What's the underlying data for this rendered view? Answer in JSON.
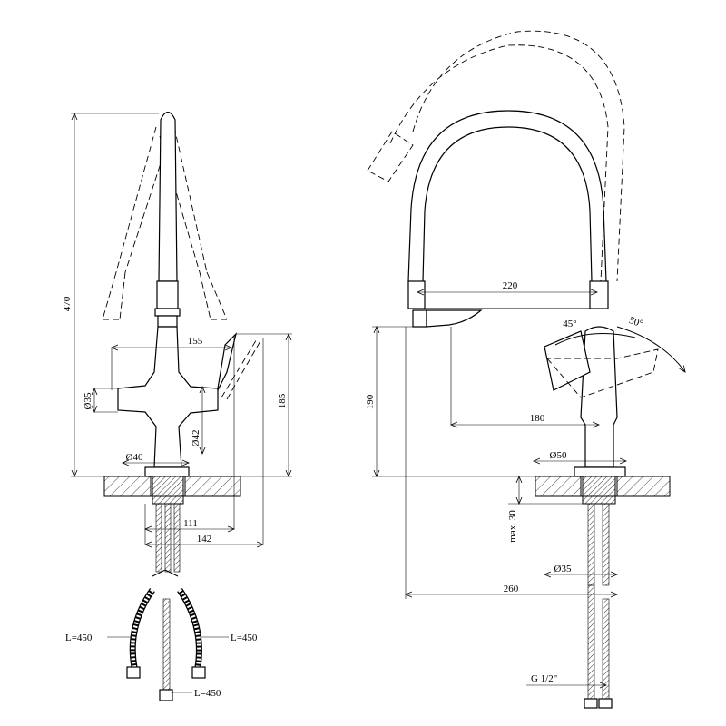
{
  "dimensions": {
    "total_height": "470",
    "handle_reach": "155",
    "inlet_dia": "Ø35",
    "body_dia": "Ø42",
    "counter_height": "185",
    "base_dia": "Ø40",
    "below_111": "111",
    "below_142": "142",
    "spout_width": "220",
    "angle_45": "45°",
    "angle_50": "50°",
    "spout_height": "190",
    "spout_reach": "180",
    "base_dia_right": "Ø50",
    "max_thickness": "max. 30",
    "shank_dia": "Ø35",
    "overall_depth": "260",
    "thread": "G 1/2\""
  },
  "hoses": {
    "left": "L=450",
    "right": "L=450",
    "center": "L=450"
  }
}
